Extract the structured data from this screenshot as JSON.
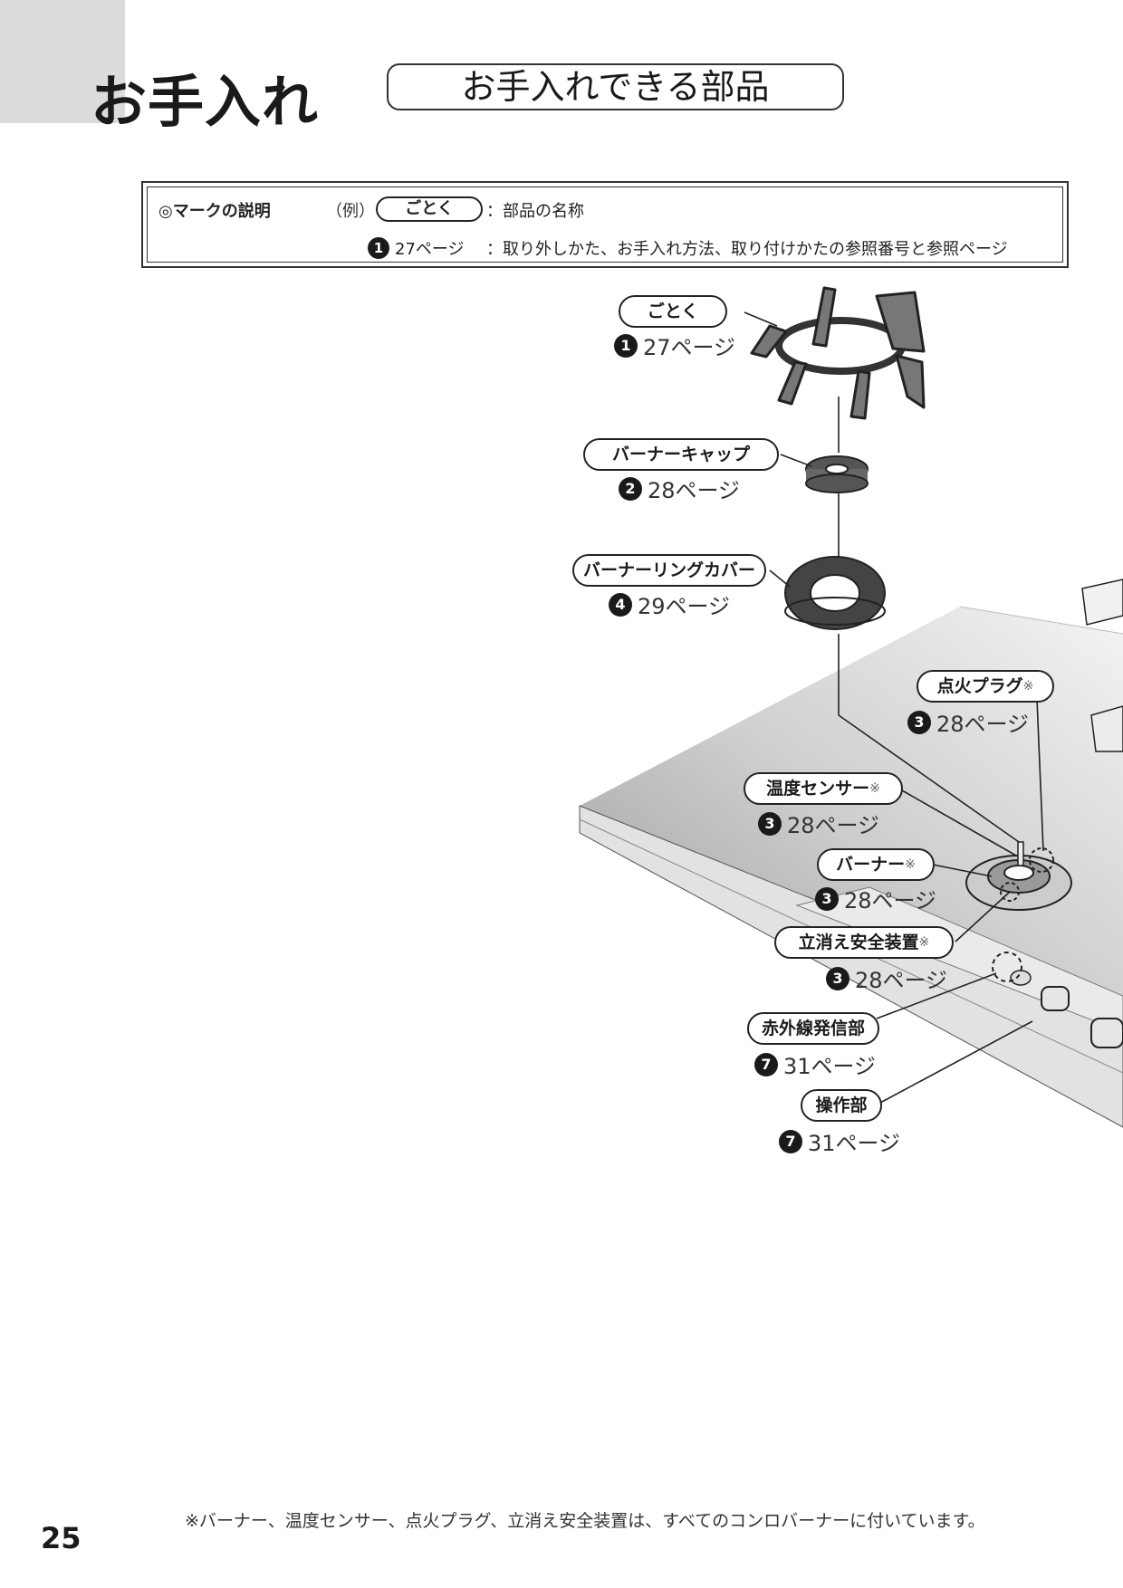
{
  "header": {
    "section_title": "お手入れ",
    "subtitle": "お手入れできる部品"
  },
  "legend": {
    "heading": "◎マークの説明",
    "example_prefix": "（例）",
    "example_pill": "ごとく",
    "name_desc": "：部品の名称",
    "ref_number": "1",
    "ref_page": "27ページ",
    "ref_desc": "：取り外しかた、お手入れ方法、取り付けかたの参照番号と参照ページ"
  },
  "parts": [
    {
      "name": "ごとく",
      "asterisk": "",
      "num": "1",
      "page": "27ページ"
    },
    {
      "name": "バーナーキャップ",
      "asterisk": "",
      "num": "2",
      "page": "28ページ"
    },
    {
      "name": "バーナーリングカバー",
      "asterisk": "",
      "num": "4",
      "page": "29ページ"
    },
    {
      "name": "点火プラグ",
      "asterisk": "※",
      "num": "3",
      "page": "28ページ"
    },
    {
      "name": "温度センサー",
      "asterisk": "※",
      "num": "3",
      "page": "28ページ"
    },
    {
      "name": "バーナー",
      "asterisk": "※",
      "num": "3",
      "page": "28ページ"
    },
    {
      "name": "立消え安全装置",
      "asterisk": "※",
      "num": "3",
      "page": "28ページ"
    },
    {
      "name": "赤外線発信部",
      "asterisk": "",
      "num": "7",
      "page": "31ページ"
    },
    {
      "name": "操作部",
      "asterisk": "",
      "num": "7",
      "page": "31ページ"
    }
  ],
  "footnote": "※バーナー、温度センサー、点火プラグ、立消え安全装置は、すべてのコンロバーナーに付いています。",
  "page_number": "25"
}
